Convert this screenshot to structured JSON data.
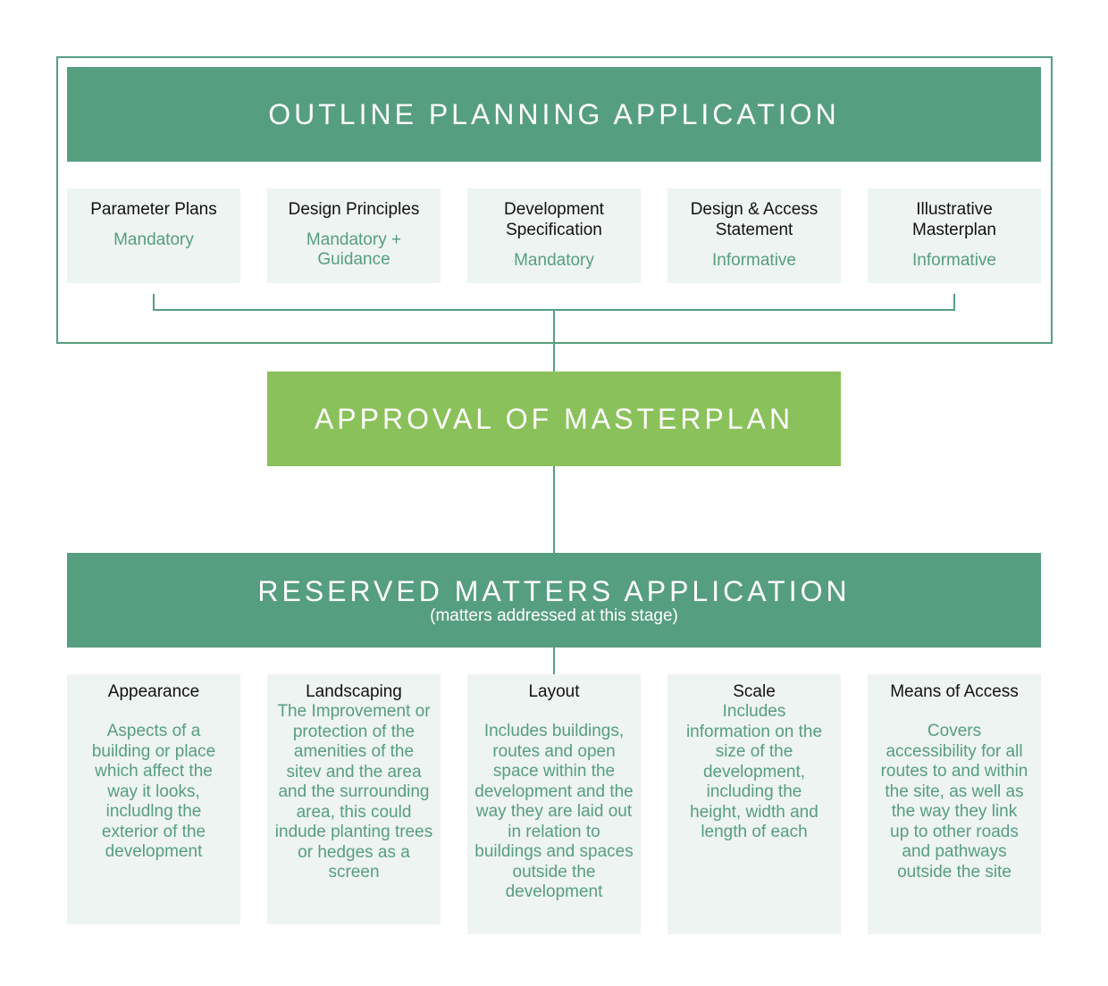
{
  "colors": {
    "primary_green": "#569e80",
    "approval_green": "#8bc15a",
    "card_bg": "#eef4f1",
    "title_text": "#111111"
  },
  "outline": {
    "title": "OUTLINE PLANNING APPLICATION",
    "cards": [
      {
        "title": "Parameter Plans",
        "status": "Mandatory"
      },
      {
        "title": "Design Principles",
        "status": "Mandatory + Guidance"
      },
      {
        "title": "Development Specification",
        "status": "Mandatory"
      },
      {
        "title": "Design & Access Statement",
        "status": "Informative"
      },
      {
        "title": "Illustrative Masterplan",
        "status": "Informative"
      }
    ]
  },
  "approval": {
    "title": "APPROVAL OF MASTERPLAN"
  },
  "reserved": {
    "title": "RESERVED MATTERS APPLICATION",
    "subtitle": "(matters addressed at this stage)",
    "cards": [
      {
        "title": "Appearance",
        "description": "Aspects of a building or place which affect the way it looks, includlng the exterior of the development"
      },
      {
        "title": "Landscaping",
        "description": "The Improvement or protection of the amenities of the sitev and the area and the surrounding area, this could indude planting trees or hedges as a screen"
      },
      {
        "title": "Layout",
        "description": "Includes buildings, routes and open space within the development and the way they are laid out in relation to buildings and spaces outside the development"
      },
      {
        "title": "Scale",
        "description": "Includes information on the size of the development, including the height, width and length of each"
      },
      {
        "title": "Means of Access",
        "description": "Covers accessibility for all routes to and within the site, as well as the way they link up to other roads and pathways outside the site"
      }
    ]
  }
}
